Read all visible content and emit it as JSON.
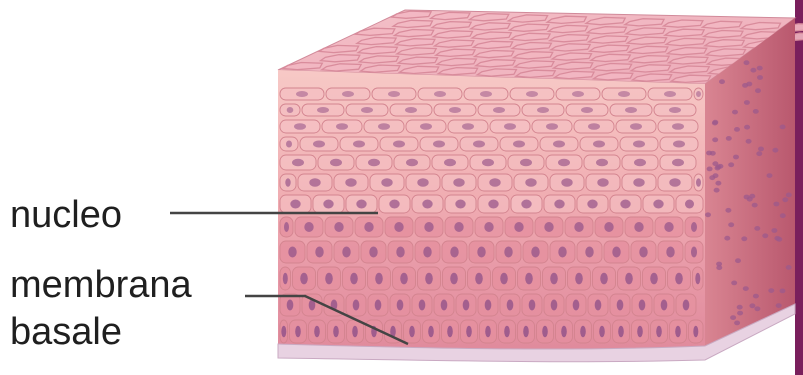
{
  "labels": {
    "nucleus": "nucleo",
    "basal_membrane_line1": "membrana",
    "basal_membrane_line2": "basale"
  },
  "colors": {
    "top_face": "#f2b7c2",
    "top_face_cell_edge": "#d98c9c",
    "front_surface_layer": "#f4bfc2",
    "front_deep_layer": "#e5909f",
    "side_face": "#c96a7e",
    "nucleus": "#9c5a8c",
    "basal_membrane": "#e8d2e2",
    "leader_line": "#444444",
    "accent_bar": "#7a1f5c"
  }
}
